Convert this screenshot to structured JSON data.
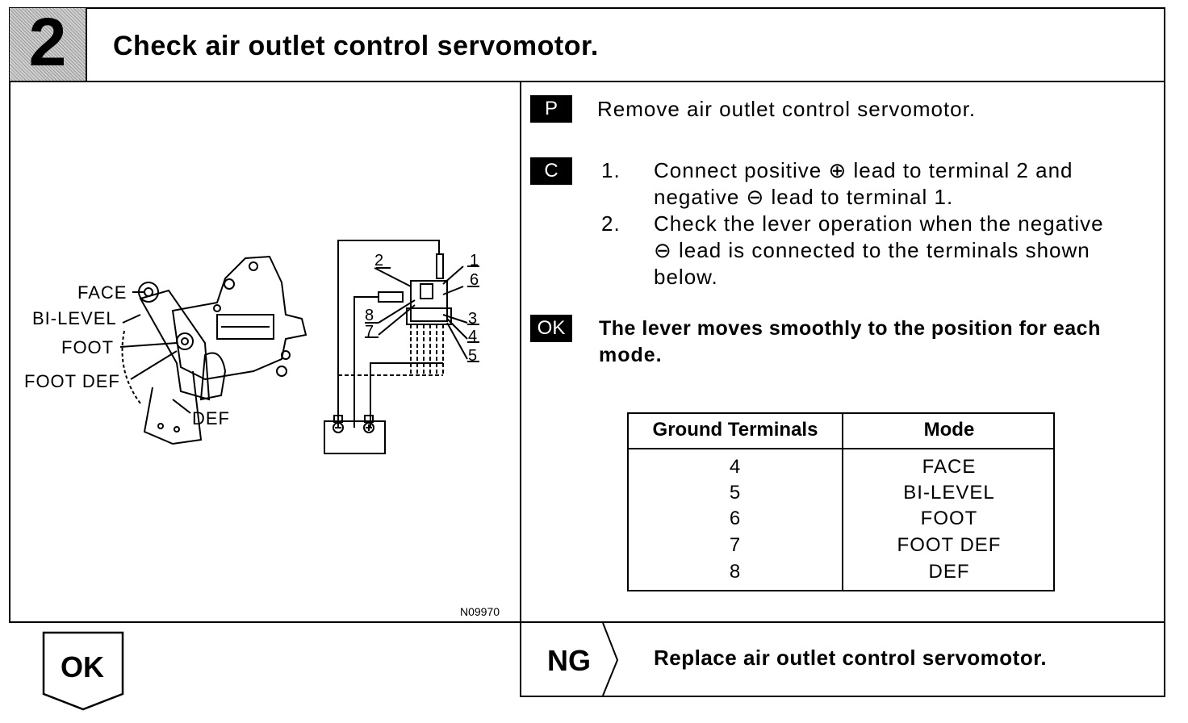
{
  "header": {
    "step_number": "2",
    "title": "Check air outlet control servomotor."
  },
  "figure": {
    "code": "N09970",
    "mode_labels": [
      "FACE",
      "BI-LEVEL",
      "FOOT",
      "FOOT DEF",
      "DEF"
    ],
    "terminal_numbers": [
      "1",
      "2",
      "3",
      "4",
      "5",
      "6",
      "7",
      "8"
    ]
  },
  "procedure": {
    "p_tag": "P",
    "p_text": "Remove air outlet control servomotor.",
    "c_tag": "C",
    "c_steps": [
      {
        "num": "1.",
        "lines": [
          "Connect positive ⊕ lead to terminal 2 and",
          "negative ⊖ lead to terminal 1."
        ]
      },
      {
        "num": "2.",
        "lines": [
          "Check the lever operation when the negative",
          "⊖ lead is connected to the terminals shown",
          "below."
        ]
      }
    ],
    "ok_tag": "OK",
    "ok_lines": [
      "The lever moves smoothly to the position for each",
      "mode."
    ]
  },
  "table": {
    "headers": [
      "Ground Terminals",
      "Mode"
    ],
    "rows": [
      {
        "terminal": "4",
        "mode": "FACE"
      },
      {
        "terminal": "5",
        "mode": "BI-LEVEL"
      },
      {
        "terminal": "6",
        "mode": "FOOT"
      },
      {
        "terminal": "7",
        "mode": "FOOT DEF"
      },
      {
        "terminal": "8",
        "mode": "DEF"
      }
    ]
  },
  "results": {
    "ok_label": "OK",
    "ng_label": "NG",
    "ng_text": "Replace air outlet control servomotor."
  }
}
